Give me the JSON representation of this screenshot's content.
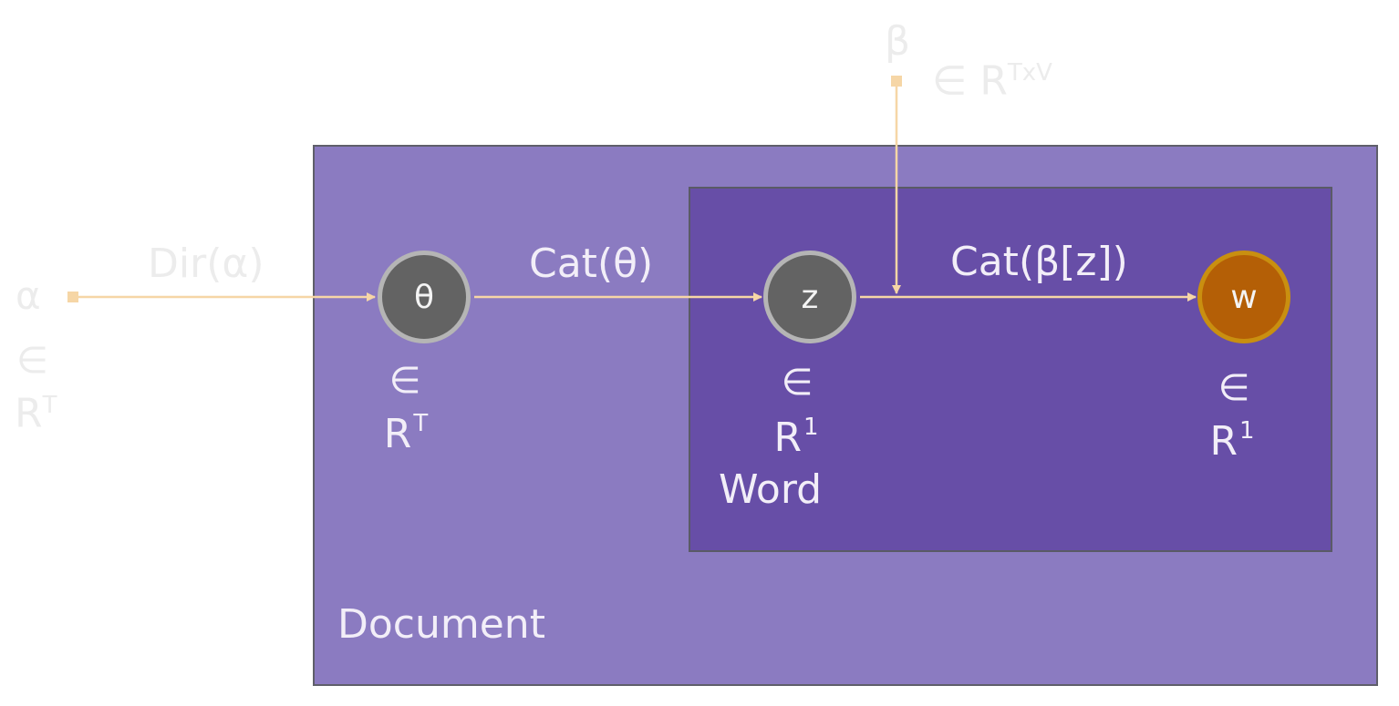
{
  "plates": {
    "outer_label": "Document",
    "inner_label": "Word"
  },
  "params": {
    "alpha": {
      "symbol": "α",
      "elem": "∈",
      "space": "R",
      "space_sup": "T"
    },
    "beta": {
      "symbol": "β",
      "elem": "∈",
      "space": "R",
      "space_sup": "TxV"
    }
  },
  "nodes": {
    "theta": {
      "symbol": "θ",
      "elem": "∈",
      "space": "R",
      "space_sup": "T"
    },
    "z": {
      "symbol": "z",
      "elem": "∈",
      "space": "R",
      "space_sup": "1"
    },
    "w": {
      "symbol": "w",
      "elem": "∈",
      "space": "R",
      "space_sup": "1"
    }
  },
  "edges": {
    "alpha_to_theta": "Dir(α)",
    "theta_to_z": "Cat(θ)",
    "z_to_w": "Cat(β[z])"
  },
  "colors": {
    "document_plate": "#8b7bc1",
    "word_plate": "#674ea7",
    "latent_node": "#636363",
    "observed_node": "#b45f06",
    "arrow": "#f6d6a6"
  }
}
